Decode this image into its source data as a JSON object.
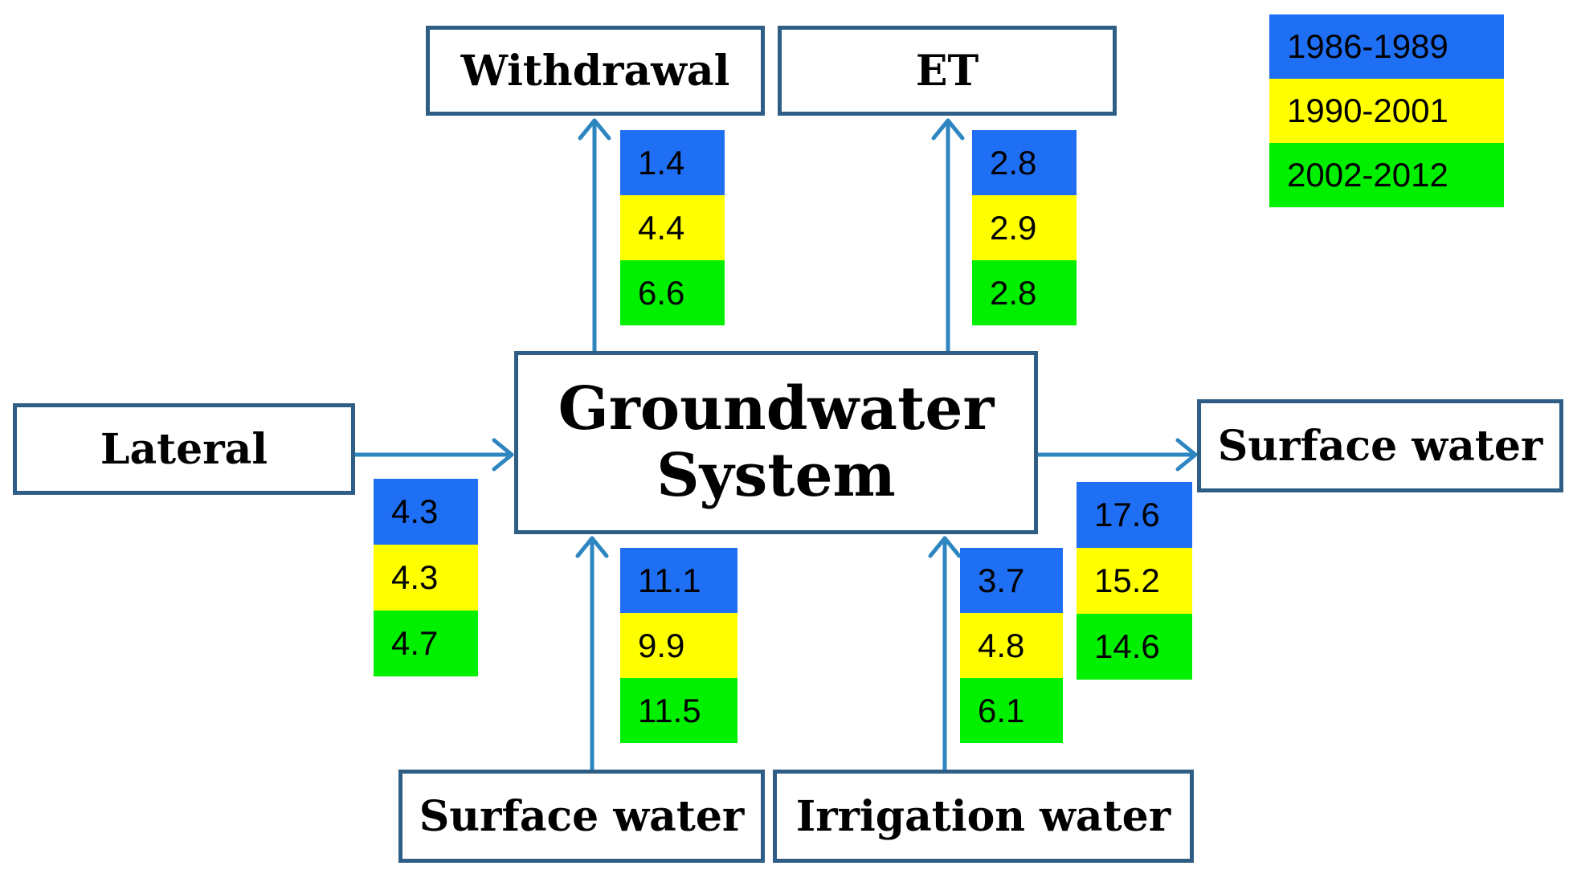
{
  "colors": {
    "box_border": "#2E5E86",
    "arrow": "#2E86C1",
    "period1": "#1F6FF5",
    "period2": "#FFFF00",
    "period3": "#00F000"
  },
  "legend": [
    "1986-1989",
    "1990-2001",
    "2002-2012"
  ],
  "nodes": {
    "withdrawal": "Withdrawal",
    "et": "ET",
    "lateral": "Lateral",
    "groundwater_line1": "Groundwater",
    "groundwater_line2": "System",
    "surface_water_out": "Surface water",
    "surface_water_in": "Surface water",
    "irrigation_water": "Irrigation water"
  },
  "flows": {
    "withdrawal": [
      "1.4",
      "4.4",
      "6.6"
    ],
    "et": [
      "2.8",
      "2.9",
      "2.8"
    ],
    "lateral": [
      "4.3",
      "4.3",
      "4.7"
    ],
    "surface_water_in": [
      "11.1",
      "9.9",
      "11.5"
    ],
    "irrigation_water": [
      "3.7",
      "4.8",
      "6.1"
    ],
    "surface_water_out": [
      "17.6",
      "15.2",
      "14.6"
    ]
  }
}
